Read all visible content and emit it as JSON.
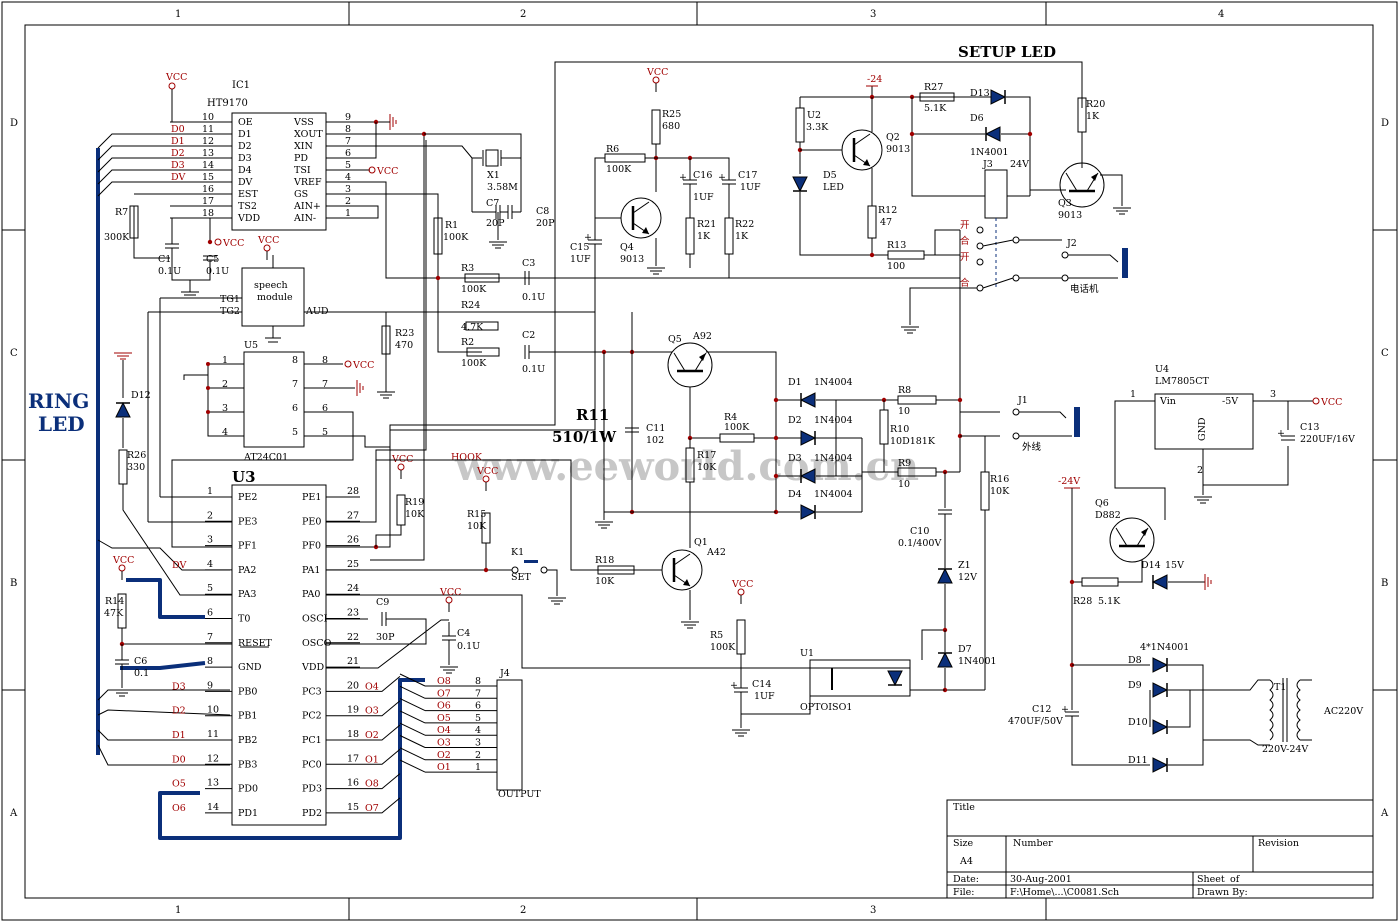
{
  "frame": {
    "top_numbers": [
      "1",
      "2",
      "3",
      "4"
    ],
    "side_letters": [
      "D",
      "C",
      "B",
      "A"
    ]
  },
  "headers": {
    "setup_led": "SETUP LED",
    "ring_led_1": "RING",
    "ring_led_2": "LED",
    "r11": "R11",
    "r11_val": "510/1W"
  },
  "watermark": "www.eeworld.com.cn",
  "ic1": {
    "ref": "IC1",
    "part": "HT9170",
    "left_pins": [
      {
        "net": "",
        "num": "10",
        "name": "OE"
      },
      {
        "net": "D0",
        "num": "11",
        "name": "D1"
      },
      {
        "net": "D1",
        "num": "12",
        "name": "D2"
      },
      {
        "net": "D2",
        "num": "13",
        "name": "D3"
      },
      {
        "net": "D3",
        "num": "14",
        "name": "D4"
      },
      {
        "net": "DV",
        "num": "15",
        "name": "DV"
      },
      {
        "net": "",
        "num": "16",
        "name": "EST"
      },
      {
        "net": "",
        "num": "17",
        "name": "TS2"
      },
      {
        "net": "",
        "num": "18",
        "name": "VDD"
      }
    ],
    "right_pins": [
      {
        "num": "9",
        "name": "VSS"
      },
      {
        "num": "8",
        "name": "XOUT"
      },
      {
        "num": "7",
        "name": "XIN"
      },
      {
        "num": "6",
        "name": "PD"
      },
      {
        "num": "5",
        "name": "TSI"
      },
      {
        "num": "4",
        "name": "VREF"
      },
      {
        "num": "3",
        "name": "GS"
      },
      {
        "num": "2",
        "name": "AIN+"
      },
      {
        "num": "1",
        "name": "AIN-"
      }
    ]
  },
  "u3": {
    "ref": "U3",
    "left_pins": [
      {
        "net": "",
        "num": "1",
        "name": "PE2"
      },
      {
        "net": "",
        "num": "2",
        "name": "PE3"
      },
      {
        "net": "",
        "num": "3",
        "name": "PF1"
      },
      {
        "net": "DV",
        "num": "4",
        "name": "PA2"
      },
      {
        "net": "",
        "num": "5",
        "name": "PA3"
      },
      {
        "net": "",
        "num": "6",
        "name": "T0"
      },
      {
        "net": "",
        "num": "7",
        "name": "RESET"
      },
      {
        "net": "",
        "num": "8",
        "name": "GND"
      },
      {
        "net": "D3",
        "num": "9",
        "name": "PB0"
      },
      {
        "net": "D2",
        "num": "10",
        "name": "PB1"
      },
      {
        "net": "D1",
        "num": "11",
        "name": "PB2"
      },
      {
        "net": "D0",
        "num": "12",
        "name": "PB3"
      },
      {
        "net": "O5",
        "num": "13",
        "name": "PD0"
      },
      {
        "net": "O6",
        "num": "14",
        "name": "PD1"
      }
    ],
    "right_pins": [
      {
        "net": "",
        "num": "28",
        "name": "PE1"
      },
      {
        "net": "",
        "num": "27",
        "name": "PE0"
      },
      {
        "net": "",
        "num": "26",
        "name": "PF0"
      },
      {
        "net": "",
        "num": "25",
        "name": "PA1"
      },
      {
        "net": "",
        "num": "24",
        "name": "PA0"
      },
      {
        "net": "",
        "num": "23",
        "name": "OSCI"
      },
      {
        "net": "",
        "num": "22",
        "name": "OSCO"
      },
      {
        "net": "",
        "num": "21",
        "name": "VDD"
      },
      {
        "net": "O4",
        "num": "20",
        "name": "PC3"
      },
      {
        "net": "O3",
        "num": "19",
        "name": "PC2"
      },
      {
        "net": "O2",
        "num": "18",
        "name": "PC1"
      },
      {
        "net": "O1",
        "num": "17",
        "name": "PC0"
      },
      {
        "net": "O8",
        "num": "16",
        "name": "PD3"
      },
      {
        "net": "O7",
        "num": "15",
        "name": "PD2"
      }
    ]
  },
  "speech": {
    "line1": "speech",
    "line2": "module",
    "tg1": "TG1",
    "tg2": "TG2",
    "aud": "AUD",
    "u5": "U5"
  },
  "u5": {
    "part": "AT24C01",
    "pins_left": [
      "1",
      "2",
      "3",
      "4"
    ],
    "pins_right": [
      "8",
      "7",
      "6",
      "5"
    ],
    "ext_right": [
      "8",
      "7",
      "6",
      "5"
    ]
  },
  "j4": {
    "ref": "J4",
    "label": "OUTPUT",
    "nets": [
      "O8",
      "O7",
      "O6",
      "O5",
      "O4",
      "O3",
      "O2",
      "O1"
    ],
    "pins": [
      "8",
      "7",
      "6",
      "5",
      "4",
      "3",
      "2",
      "1"
    ]
  },
  "u4": {
    "ref": "U4",
    "part": "LM7805CT",
    "vin": "Vin",
    "vout": "-5V",
    "gnd": "GND",
    "p1": "1",
    "p2": "2",
    "p3": "3"
  },
  "labels": {
    "vcc": "VCC",
    "neg24": "-24",
    "neg24v": "-24V",
    "hook": "HOOK",
    "kai": "开",
    "he": "合",
    "extline": "外线",
    "phone": "电话机",
    "set": "SET",
    "k1": "K1"
  },
  "parts": {
    "R7": "R7",
    "R7v": "300K",
    "C1": "C1",
    "C1v": "0.1U",
    "C5": "C5",
    "C5v": "0.1U",
    "X1": "X1",
    "X1v": "3.58M",
    "C7": "C7",
    "C7v": "20P",
    "C8": "C8",
    "C8v": "20P",
    "R1": "R1",
    "R1v": "100K",
    "R3": "R3",
    "R3v": "100K",
    "C3": "C3",
    "C3v": "0.1U",
    "R24": "R24",
    "R24v": "4.7K",
    "R23": "R23",
    "R23v": "470",
    "R2": "R2",
    "R2v": "100K",
    "C2": "C2",
    "C2v": "0.1U",
    "R25": "R25",
    "R25v": "680",
    "R6": "R6",
    "R6v": "100K",
    "C16": "C16",
    "C16v": "1UF",
    "C17": "C17",
    "C17v": "1UF",
    "R21": "R21",
    "R21v": "1K",
    "R22": "R22",
    "R22v": "1K",
    "C15": "C15",
    "C15v": "1UF",
    "Q4": "Q4",
    "Q4v": "9013",
    "U2": "U2",
    "U2v": "3.3K",
    "R27": "R27",
    "R27v": "5.1K",
    "D13": "D13",
    "D6": "D6",
    "D6v": "1N4001",
    "Q2": "Q2",
    "Q2v": "9013",
    "D5": "D5",
    "D5v": "LED",
    "R12": "R12",
    "R12v": "47",
    "R13": "R13",
    "R13v": "100",
    "J3": "J3",
    "J3v": "24V",
    "R20": "R20",
    "R20v": "1K",
    "Q3": "Q3",
    "Q3v": "9013",
    "J2": "J2",
    "Q5": "Q5",
    "Q5v": "A92",
    "C11": "C11",
    "C11v": "102",
    "R4": "R4",
    "R4v": "100K",
    "D1": "D1",
    "D2": "D2",
    "D3": "D3",
    "D4": "D4",
    "Dv": "1N4004",
    "R8": "R8",
    "R8v": "10",
    "R10": "R10",
    "R10v": "10D181K",
    "R9": "R9",
    "R9v": "10",
    "R17": "R17",
    "R17v": "10K",
    "J1": "J1",
    "C10": "C10",
    "C10v": "0.1/400V",
    "R16": "R16",
    "R16v": "10K",
    "Z1": "Z1",
    "Z1v": "12V",
    "D7": "D7",
    "D7v": "1N4001",
    "Q1": "Q1",
    "Q1v": "A42",
    "R18": "R18",
    "R18v": "10K",
    "R5": "R5",
    "R5v": "100K",
    "C14": "C14",
    "C14v": "1UF",
    "U1": "U1",
    "U1v": "OPTOISO1",
    "R15": "R15",
    "R15v": "10K",
    "R19": "R19",
    "R19v": "10K",
    "D12": "D12",
    "R26": "R26",
    "R26v": "330",
    "R14": "R14",
    "R14v": "47K",
    "C6": "C6",
    "C6v": "0.1",
    "C9": "C9",
    "C9v": "30P",
    "C4": "C4",
    "C4v": "0.1U",
    "Q6": "Q6",
    "Q6v": "D882",
    "D14": "D14",
    "D14v": "15V",
    "R28": "R28",
    "R28v": "5.1K",
    "C13": "C13",
    "C13v": "220UF/16V",
    "C12": "C12",
    "C12v": "470UF/50V",
    "D8": "D8",
    "D9": "D9",
    "D10": "D10",
    "D11": "D11",
    "Dbr": "4*1N4001",
    "T1": "T1",
    "T1v": "220V-24V",
    "ac": "AC220V"
  },
  "title_block": {
    "title": "Title",
    "size": "Size",
    "size_val": "A4",
    "number": "Number",
    "revision": "Revision",
    "date": "Date:",
    "date_val": "30-Aug-2001",
    "sheet": "Sheet",
    "of": "of",
    "file": "File:",
    "file_val": "F:\\Home\\...\\C0081.Sch",
    "drawn": "Drawn By:"
  }
}
